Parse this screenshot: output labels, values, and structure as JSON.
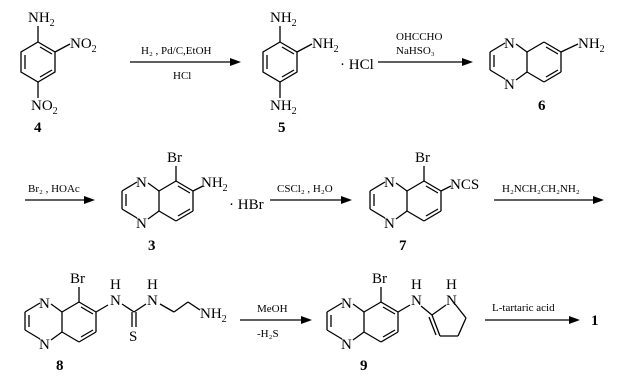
{
  "atoms": {
    "nh2": "NH",
    "two": "2",
    "no2": "NO",
    "n": "N",
    "br": "Br",
    "ncs": "NCS",
    "s": "S",
    "h": "H",
    "dot": "·"
  },
  "salts": {
    "hcl": "· HCl",
    "hbr": "· HBr"
  },
  "conditions": {
    "r1_top": "H₂ , Pd/C,EtOH",
    "r1_bottom": "HCl",
    "r2_top1": "OHCCHO",
    "r2_top2": "NaHSO₃",
    "r3_top": "Br₂ , HOAc",
    "r4_top": "CSCl₂ , H₂O",
    "r5_top": "H₂NCH₂CH₂NH₂",
    "r6_top": "MeOH",
    "r6_bottom": "-H₂S",
    "r7_top": "L-tartaric acid"
  },
  "compounds": {
    "c4": "4",
    "c5": "5",
    "c6": "6",
    "c3": "3",
    "c7": "7",
    "c8": "8",
    "c9": "9",
    "c1": "1"
  }
}
